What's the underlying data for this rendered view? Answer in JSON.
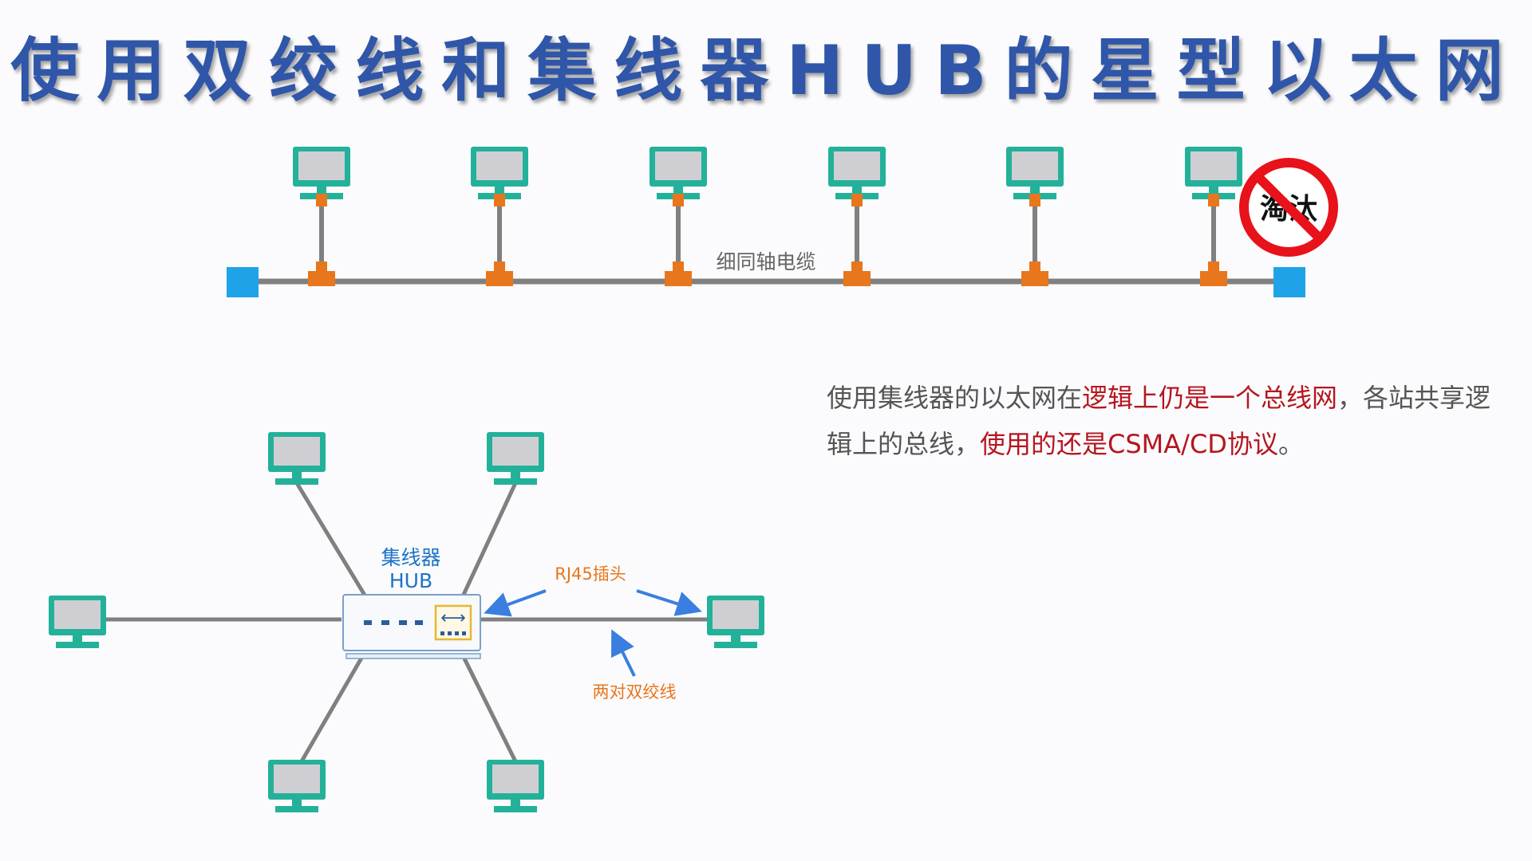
{
  "title": "使用双绞线和集线器HUB的星型以太网",
  "bus": {
    "cable_label": "细同轴电缆",
    "obsolete_badge": "淘汰"
  },
  "star": {
    "hub_label_cn": "集线器",
    "hub_label_en": "HUB",
    "rj45_label": "RJ45插头",
    "twisted_pair_label": "两对双绞线"
  },
  "description": {
    "part1": "使用集线器的以太网在",
    "part2_highlight": "逻辑上仍是一个总线网",
    "part3": "，各站共享逻辑上的总线，",
    "part4_highlight": "使用的还是CSMA/CD协议",
    "part5": "。"
  },
  "colors": {
    "title": "#2f56a8",
    "monitor": "#23b19a",
    "screen": "#cfcfd3",
    "connector": "#e8761c",
    "terminator": "#1fa3e8",
    "cable": "#808080",
    "highlight": "#b5161e",
    "arrow": "#3a7fe0",
    "hub_text": "#1d73c6",
    "prohibit": "#e8121a"
  }
}
